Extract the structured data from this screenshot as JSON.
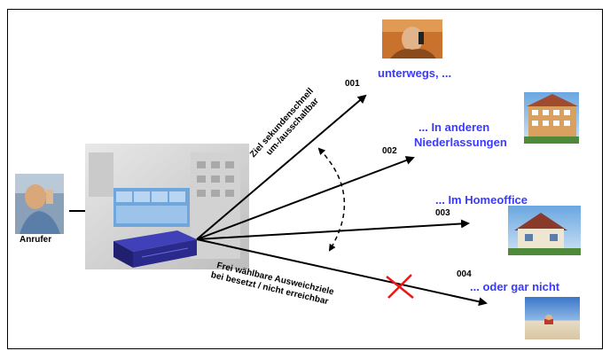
{
  "caller": {
    "label": "Anrufer"
  },
  "destinations": [
    {
      "code": "001",
      "label_lines": [
        "unterwegs, ..."
      ]
    },
    {
      "code": "002",
      "label_lines": [
        "... In anderen",
        "Niederlassungen"
      ]
    },
    {
      "code": "003",
      "label_lines": [
        "... Im Homeoffice"
      ]
    },
    {
      "code": "004",
      "label_lines": [
        "... oder gar nicht"
      ]
    }
  ],
  "annotations": {
    "switch_lines": [
      "Ziel sekundenschnell",
      "um-/ausschaltbar"
    ],
    "fallback_lines": [
      "Frei wählbare Ausweichziele",
      "bei besetzt / nicht erreichbar"
    ]
  },
  "colors": {
    "destination_text": "#3a3aff",
    "blocked_cross": "#e81818",
    "arrows": "#000000",
    "server_box": "#2a2a8c"
  }
}
